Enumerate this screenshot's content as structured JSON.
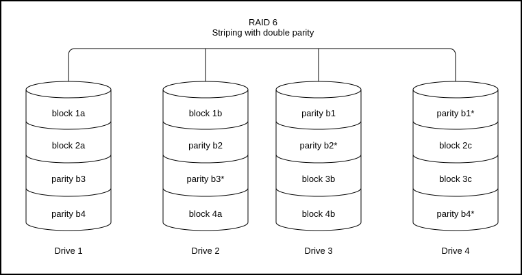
{
  "title": "RAID 6",
  "subtitle": "Striping with double parity",
  "drives": [
    {
      "name": "Drive 1",
      "slots": [
        "block 1a",
        "block 2a",
        "parity b3",
        "parity b4"
      ]
    },
    {
      "name": "Drive 2",
      "slots": [
        "block 1b",
        "parity b2",
        "parity b3*",
        "block 4a"
      ]
    },
    {
      "name": "Drive 3",
      "slots": [
        "parity b1",
        "parity b2*",
        "block 3b",
        "block 4b"
      ]
    },
    {
      "name": "Drive 4",
      "slots": [
        "parity b1*",
        "block 2c",
        "block 3c",
        "parity b4*"
      ]
    }
  ],
  "colors": {
    "background": "#ffffff",
    "line": "#000000",
    "text": "#000000"
  }
}
